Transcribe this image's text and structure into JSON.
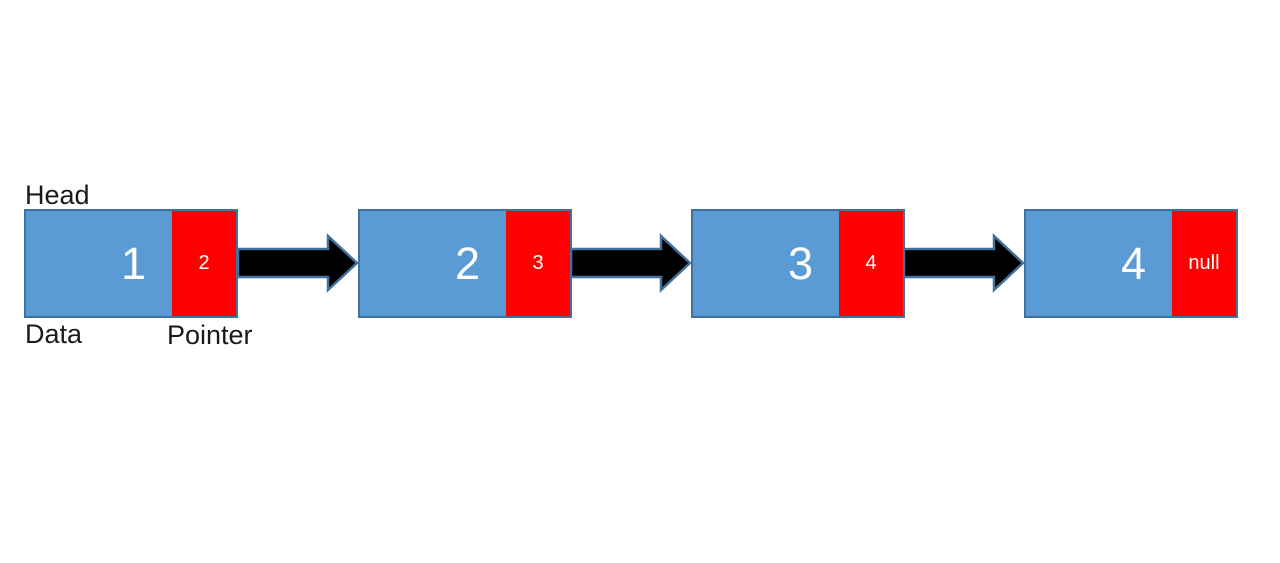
{
  "diagram": {
    "type": "linked-list",
    "labels": {
      "head": "Head",
      "data": "Data",
      "pointer": "Pointer"
    },
    "nodes": [
      {
        "data": "1",
        "pointer": "2"
      },
      {
        "data": "2",
        "pointer": "3"
      },
      {
        "data": "3",
        "pointer": "4"
      },
      {
        "data": "4",
        "pointer": "null"
      }
    ],
    "arrow_count": 3,
    "colors": {
      "node_fill": "#5B9BD5",
      "node_border": "#41719C",
      "pointer_fill": "#FF0000",
      "node_text": "#FFFFFF",
      "arrow_fill": "#000000",
      "arrow_outline": "#41719C",
      "label_text": "#1A1A1A",
      "background": "#FFFFFF"
    }
  }
}
